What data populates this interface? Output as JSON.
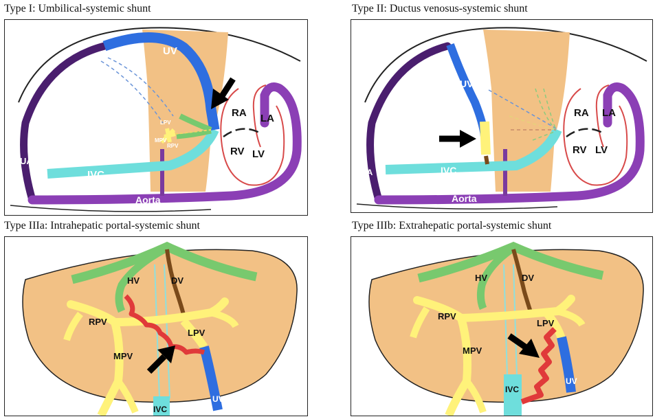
{
  "captions": {
    "type1": "Type I: Umbilical-systemic shunt",
    "type2": "Type II: Ductus venosus-systemic shunt",
    "type3a": "Type IIIa: Intrahepatic portal-systemic shunt",
    "type3b": "Type IIIb: Extrahepatic portal-systemic shunt"
  },
  "panel1": {
    "uv": "UV",
    "ra": "RA",
    "la": "LA",
    "rv": "RV",
    "lv": "LV",
    "ua": "UA",
    "ivc": "IVC",
    "aorta": "Aorta",
    "lpv": "LPV",
    "mpv": "MPV",
    "rpv": "RPV"
  },
  "panel2": {
    "uv": "UV",
    "ra": "RA",
    "la": "LA",
    "rv": "RV",
    "lv": "LV",
    "ua": "UA",
    "ivc": "IVC",
    "aorta": "Aorta"
  },
  "panel3": {
    "hv": "HV",
    "dv": "DV",
    "rpv": "RPV",
    "lpv": "LPV",
    "mpv": "MPV",
    "ivc": "IVC",
    "uv": "UV"
  },
  "panel4": {
    "hv": "HV",
    "dv": "DV",
    "rpv": "RPV",
    "lpv": "LPV",
    "mpv": "MPV",
    "ivc": "IVC",
    "uv": "UV"
  },
  "colors": {
    "liver": "#F2C185",
    "uv_blue": "#2E6EE0",
    "ivc_cyan": "#6EDEDC",
    "aorta_purple": "#8B3FB5",
    "ua_purple": "#4A1E6E",
    "portal_yellow": "#FFF27A",
    "hepatic_green": "#78C96E",
    "dv_brown": "#7A4A1A",
    "shunt_red": "#E03A3A",
    "heart_red": "#D84A4A"
  }
}
